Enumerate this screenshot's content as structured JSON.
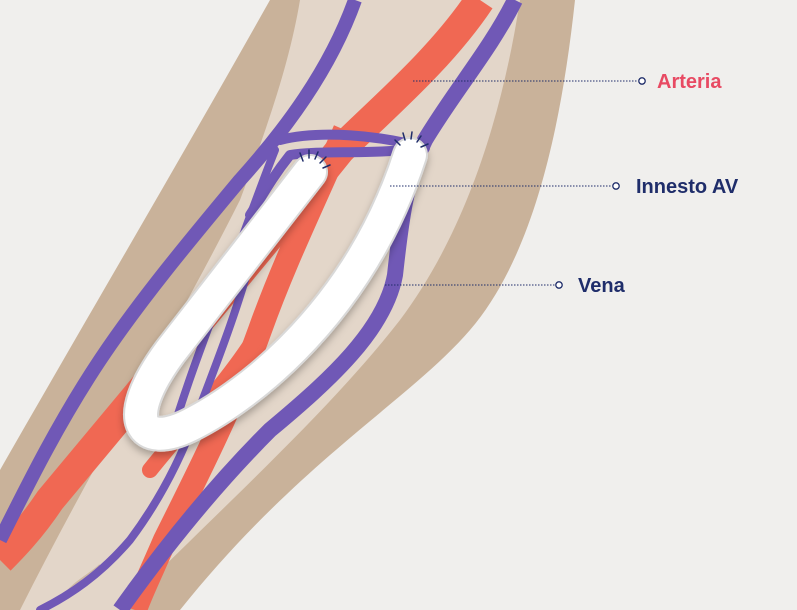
{
  "labels": {
    "artery": "Arteria",
    "graft": "Innesto AV",
    "vein": "Vena"
  },
  "colors": {
    "background": "#f0efed",
    "skin_outer": "#c9b29a",
    "skin_inner": "#e3d6c9",
    "artery": "#f06853",
    "vein": "#7058b6",
    "graft": "#ffffff",
    "artery_label": "#e84a63",
    "label_dark": "#1f2d6a"
  }
}
